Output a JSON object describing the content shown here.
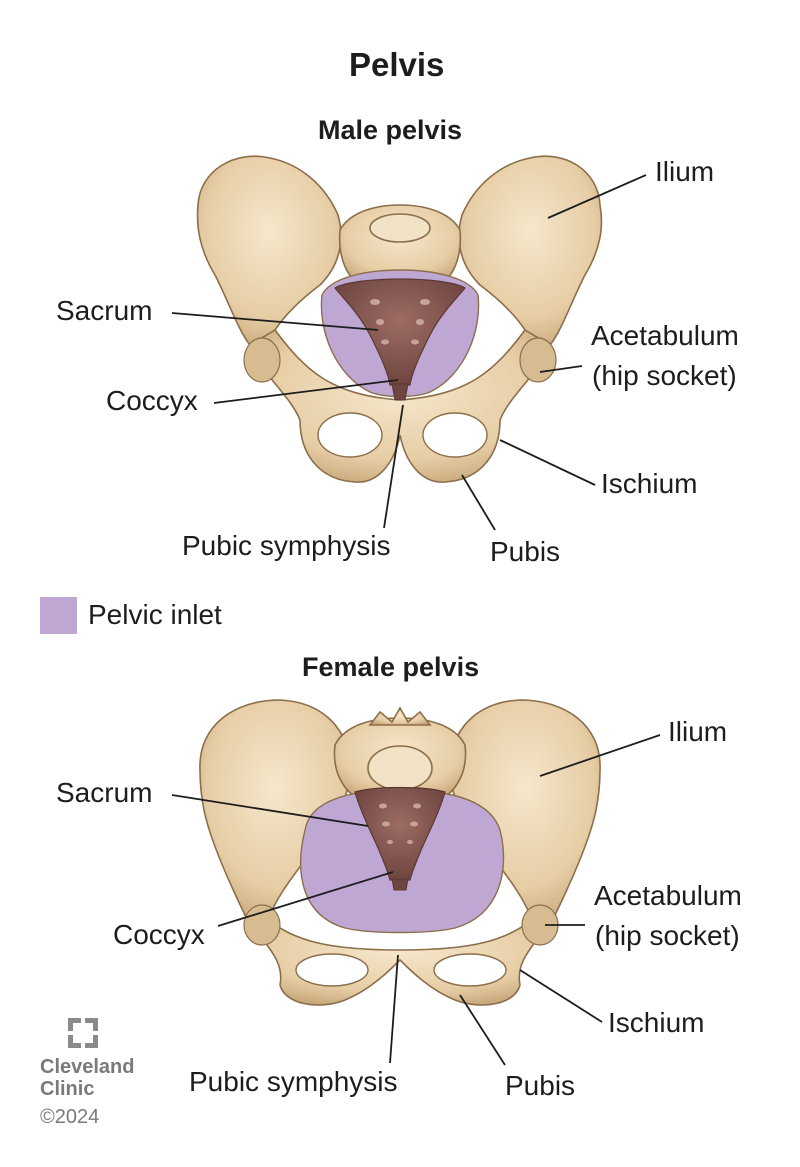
{
  "title": "Pelvis",
  "male": {
    "heading": "Male pelvis",
    "labels": {
      "ilium": "Ilium",
      "sacrum": "Sacrum",
      "acetabulum_1": "Acetabulum",
      "acetabulum_2": "(hip socket)",
      "coccyx": "Coccyx",
      "ischium": "Ischium",
      "pubic_symphysis": "Pubic symphysis",
      "pubis": "Pubis"
    }
  },
  "legend": {
    "label": "Pelvic inlet",
    "color": "#bfa7d4"
  },
  "female": {
    "heading": "Female pelvis",
    "labels": {
      "ilium": "Ilium",
      "sacrum": "Sacrum",
      "acetabulum_1": "Acetabulum",
      "acetabulum_2": "(hip socket)",
      "coccyx": "Coccyx",
      "ischium": "Ischium",
      "pubic_symphysis": "Pubic symphysis",
      "pubis": "Pubis"
    }
  },
  "branding": {
    "name_1": "Cleveland",
    "name_2": "Clinic",
    "copyright": "©2024"
  },
  "colors": {
    "bone": "#e8d2ae",
    "bone_shadow": "#c9aa7e",
    "bone_outline": "#8c6e4a",
    "sacrum": "#8a5a55",
    "inlet": "#bfa7d4"
  }
}
